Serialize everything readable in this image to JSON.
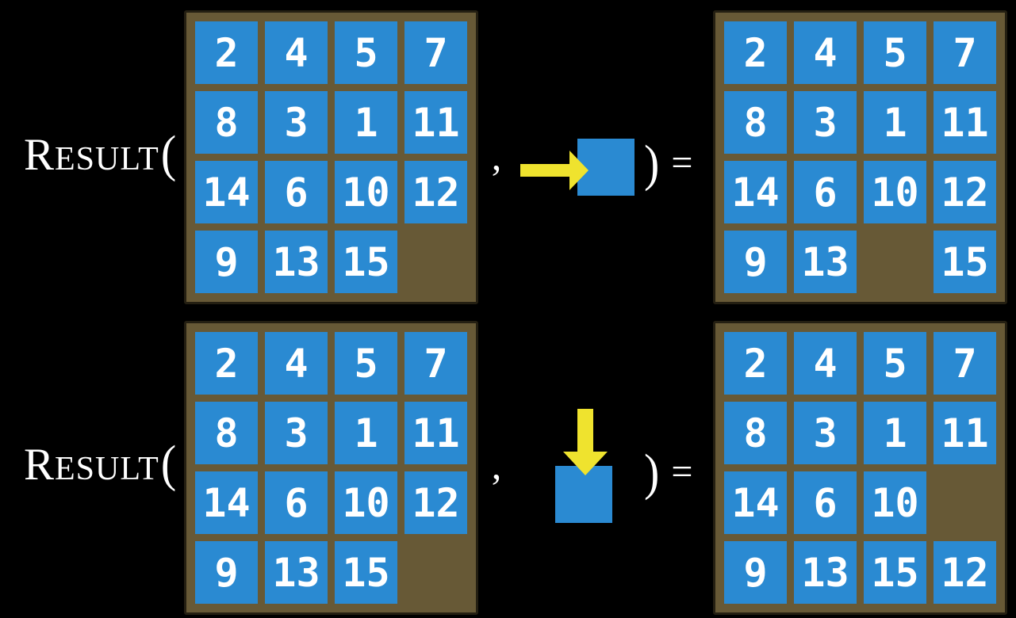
{
  "function": {
    "name_initial": "R",
    "name_rest": "ESULT",
    "open_paren": "(",
    "close_paren": ")",
    "comma": ",",
    "equals": "="
  },
  "colors": {
    "tile_blue": "#2A8AD2",
    "frame_brown": "#675936",
    "frame_edge": "#241f12",
    "arrow_yellow": "#EFE32E",
    "text_white": "#FFFFFF",
    "background": "#000000"
  },
  "examples": [
    {
      "action_icon": "right-arrow",
      "action_direction": "right",
      "state": [
        [
          "2",
          "4",
          "5",
          "7"
        ],
        [
          "8",
          "3",
          "1",
          "11"
        ],
        [
          "14",
          "6",
          "10",
          "12"
        ],
        [
          "9",
          "13",
          "15",
          ""
        ]
      ],
      "result": [
        [
          "2",
          "4",
          "5",
          "7"
        ],
        [
          "8",
          "3",
          "1",
          "11"
        ],
        [
          "14",
          "6",
          "10",
          "12"
        ],
        [
          "9",
          "13",
          "",
          "15"
        ]
      ]
    },
    {
      "action_icon": "down-arrow",
      "action_direction": "down",
      "state": [
        [
          "2",
          "4",
          "5",
          "7"
        ],
        [
          "8",
          "3",
          "1",
          "11"
        ],
        [
          "14",
          "6",
          "10",
          "12"
        ],
        [
          "9",
          "13",
          "15",
          ""
        ]
      ],
      "result": [
        [
          "2",
          "4",
          "5",
          "7"
        ],
        [
          "8",
          "3",
          "1",
          "11"
        ],
        [
          "14",
          "6",
          "10",
          ""
        ],
        [
          "9",
          "13",
          "15",
          "12"
        ]
      ]
    }
  ]
}
